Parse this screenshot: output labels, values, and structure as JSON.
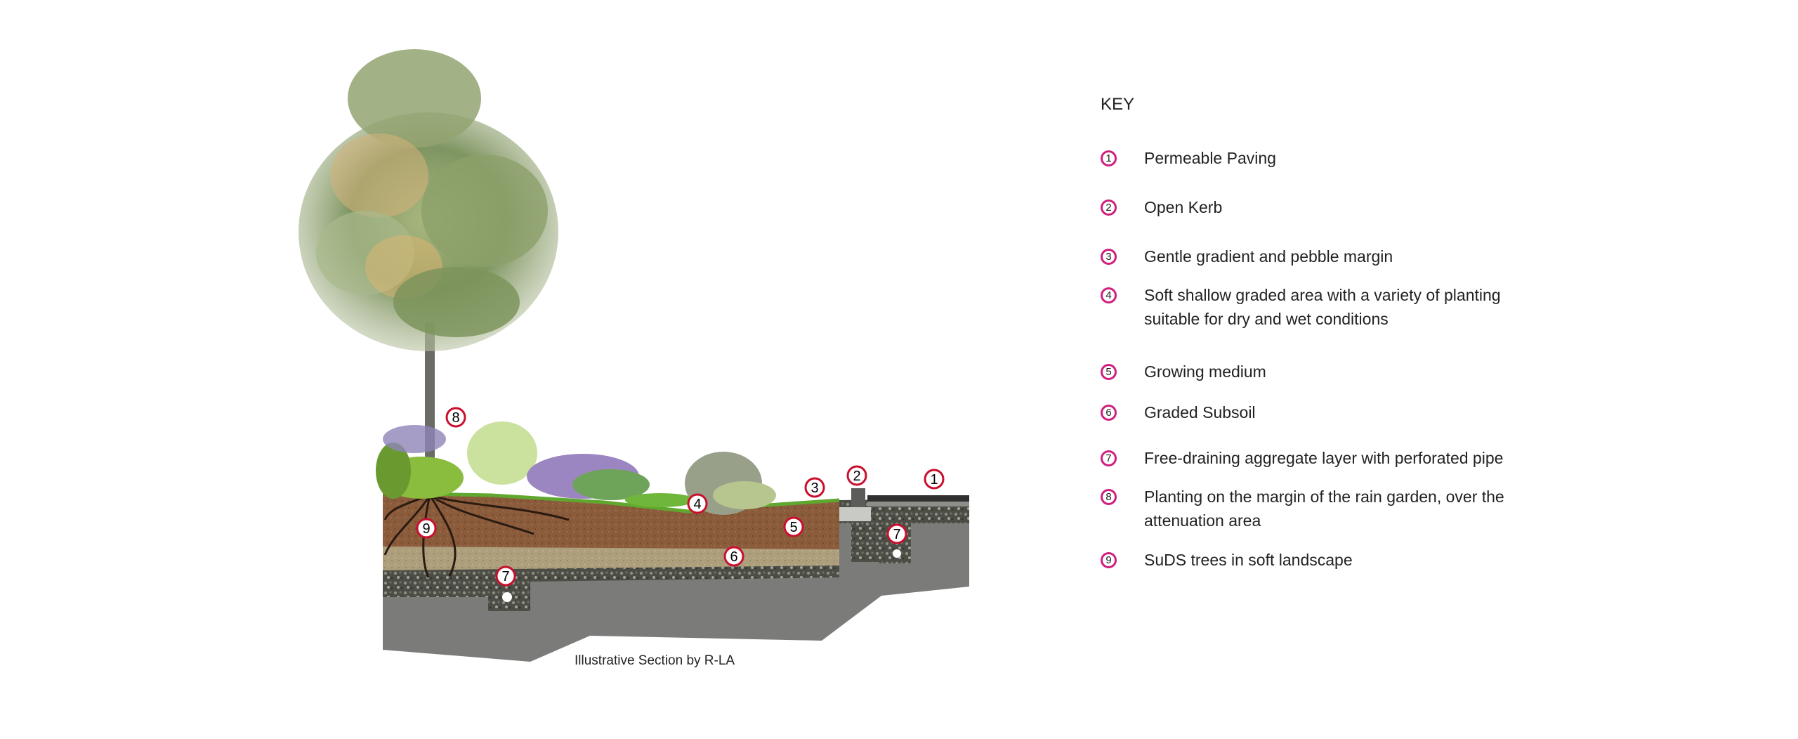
{
  "caption": "Illustrative Section by R-LA",
  "key": {
    "title": "KEY",
    "items": [
      {
        "num": "1",
        "text": "Permeable Paving"
      },
      {
        "num": "2",
        "text": "Open Kerb"
      },
      {
        "num": "3",
        "text": "Gentle gradient and pebble margin"
      },
      {
        "num": "4",
        "text": "Soft shallow graded area with a variety of planting suitable for dry and wet conditions"
      },
      {
        "num": "5",
        "text": "Growing medium"
      },
      {
        "num": "6",
        "text": "Graded Subsoil"
      },
      {
        "num": "7",
        "text": "Free-draining aggregate layer with perforated pipe"
      },
      {
        "num": "8",
        "text": "Planting on the margin of the rain garden, over the attenuation area"
      },
      {
        "num": "9",
        "text": "SuDS trees in soft landscape"
      }
    ]
  },
  "section_markers": [
    "1",
    "2",
    "3",
    "4",
    "5",
    "6",
    "7",
    "7",
    "8",
    "9"
  ],
  "colors": {
    "key_accent": "#d01e7e",
    "marker_ring": "#c8102e",
    "subgrade": "#7a7a78",
    "aggregate": "#4a4c44",
    "subsoil": "#a99a78",
    "growing_medium": "#8a5a3a",
    "grass": "#6fb73a",
    "paving": "#3a3a3a"
  }
}
